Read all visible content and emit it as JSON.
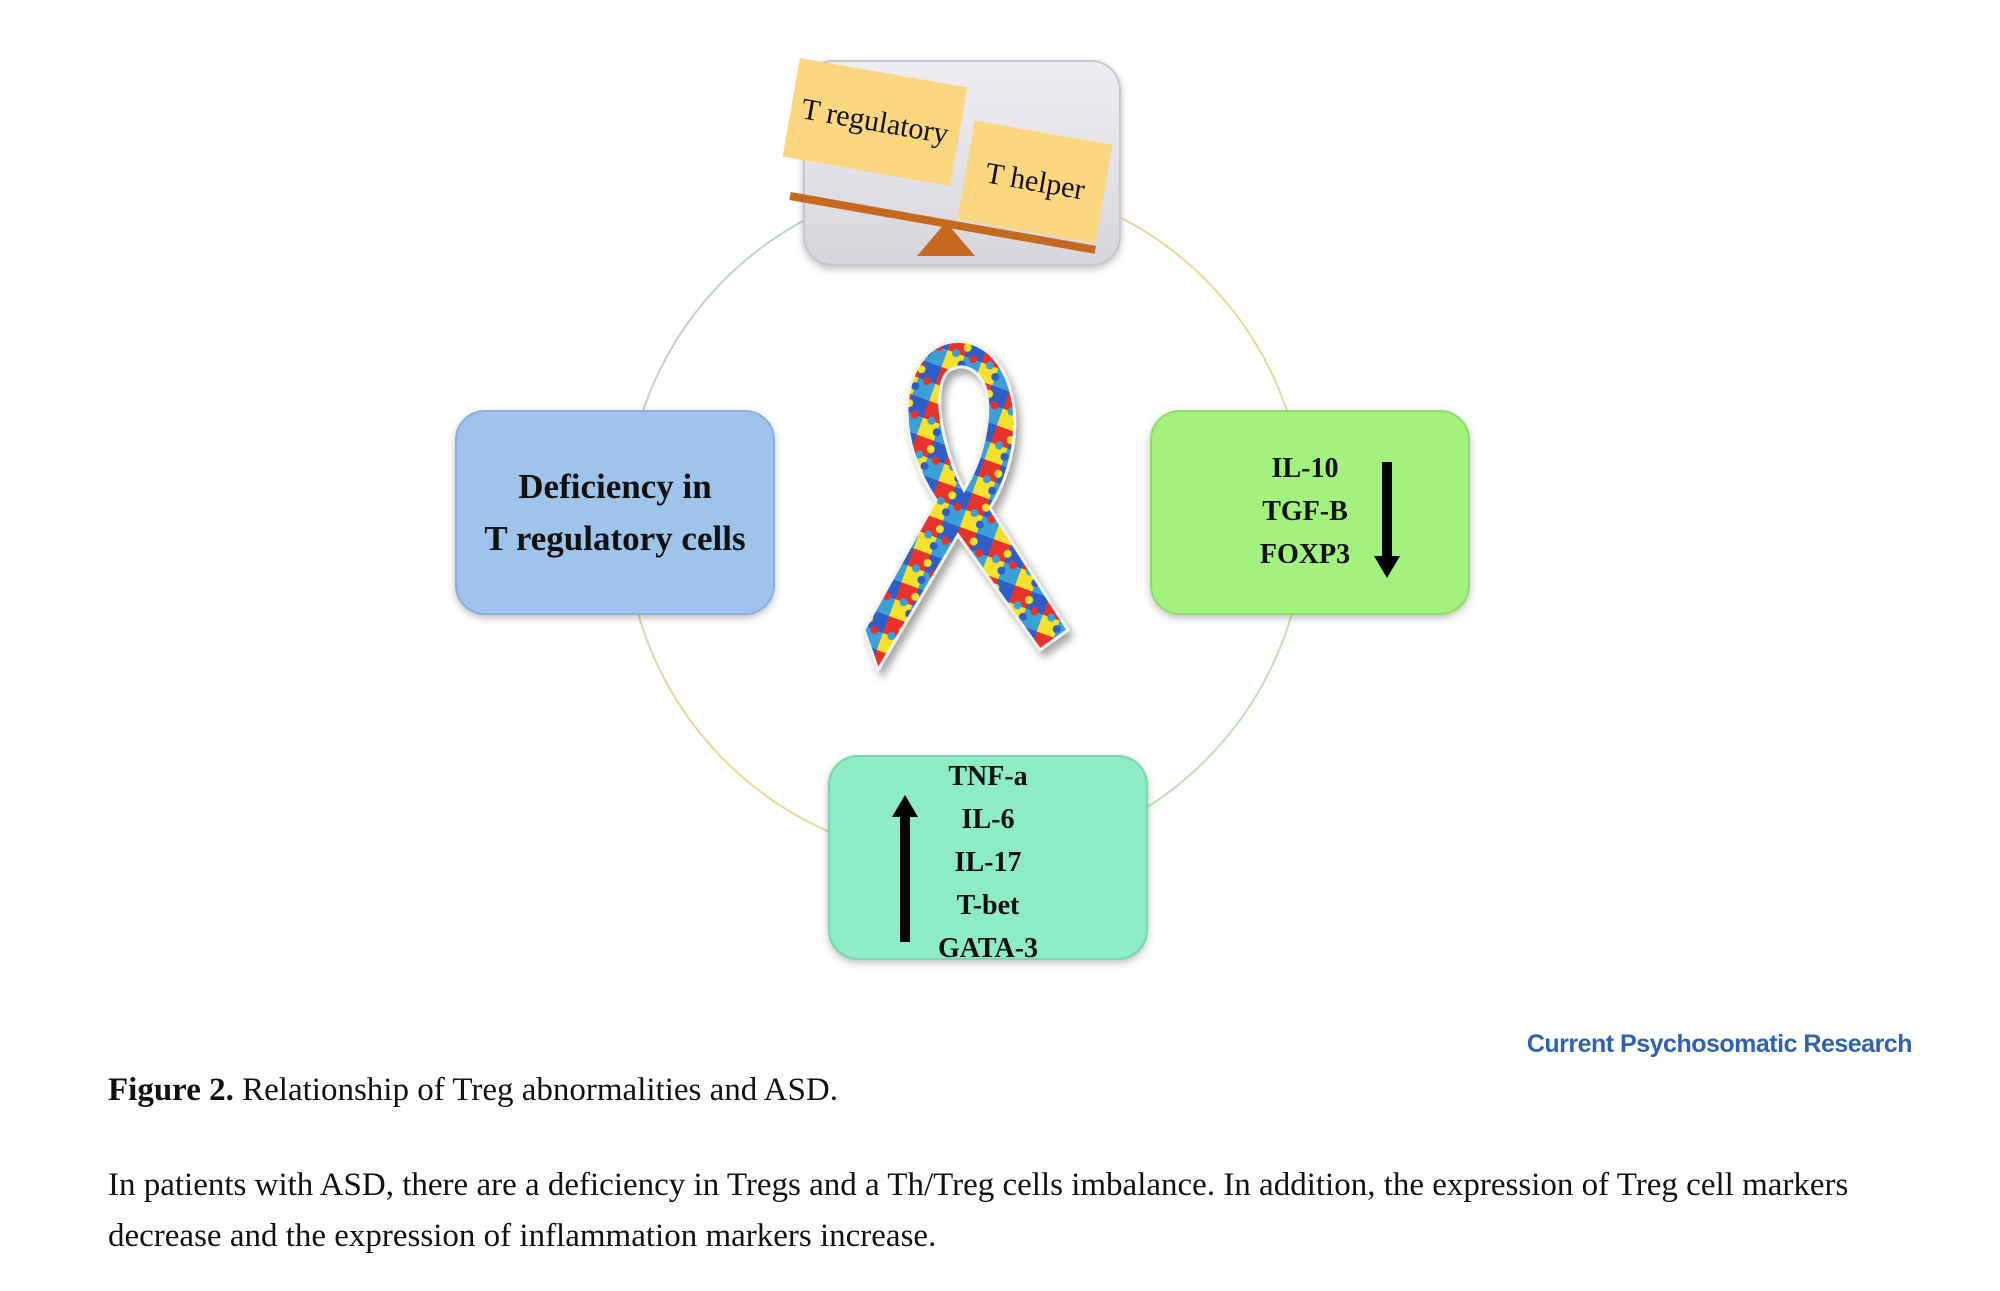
{
  "diagram": {
    "balance": {
      "left_card": "T regulatory",
      "right_card": "T helper"
    },
    "deficiency_box": {
      "line1": "Deficiency in",
      "line2": "T regulatory cells"
    },
    "decreased_markers": [
      "IL-10",
      "TGF-B",
      "FOXP3"
    ],
    "increased_markers": [
      "TNF-a",
      "IL-6",
      "IL-17",
      "T-bet",
      "GATA-3"
    ],
    "ribbon_icon": "autism-puzzle-ribbon-icon",
    "colors": {
      "balance_box": "#dcdce2",
      "cards": "#fdd77f",
      "lever": "#c5691e",
      "deficiency_box": "#9fc4ec",
      "decreased_box": "#a3f27f",
      "increased_box": "#8debc8",
      "journal_logo": "#2f62b4"
    }
  },
  "journal_logo": "Current Psychosomatic Research",
  "caption": {
    "label": "Figure 2.",
    "title": "Relationship of Treg abnormalities and ASD."
  },
  "description": "In patients with ASD, there are a deficiency in Tregs and a Th/Treg cells imbalance. In addition, the expression of Treg cell markers decrease and the expression of inflammation markers increase."
}
